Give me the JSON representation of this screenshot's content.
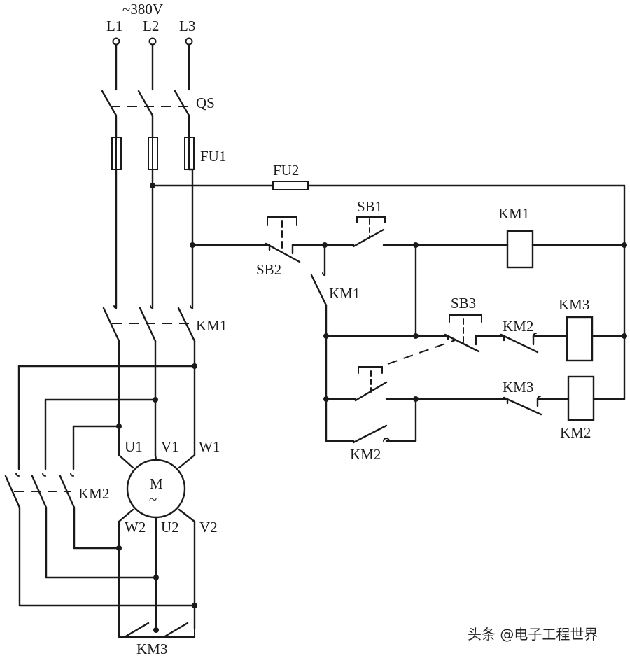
{
  "labels": {
    "supply": "~380V",
    "L1": "L1",
    "L2": "L2",
    "L3": "L3",
    "QS": "QS",
    "FU1": "FU1",
    "FU2": "FU2",
    "KM1_main": "KM1",
    "KM2_main": "KM2",
    "KM3_main": "KM3",
    "U1": "U1",
    "V1": "V1",
    "W1": "W1",
    "W2": "W2",
    "U2": "U2",
    "V2": "V2",
    "motor": "M",
    "motor_sym": "~",
    "SB1": "SB1",
    "SB2": "SB2",
    "SB3": "SB3",
    "KM1_hold": "KM1",
    "KM1_coil": "KM1",
    "KM2_interlock": "KM2",
    "KM3_coil": "KM3",
    "KM3_interlock": "KM3",
    "KM2_coil": "KM2",
    "KM2_hold": "KM2"
  },
  "watermark": "头条 @电子工程世界"
}
